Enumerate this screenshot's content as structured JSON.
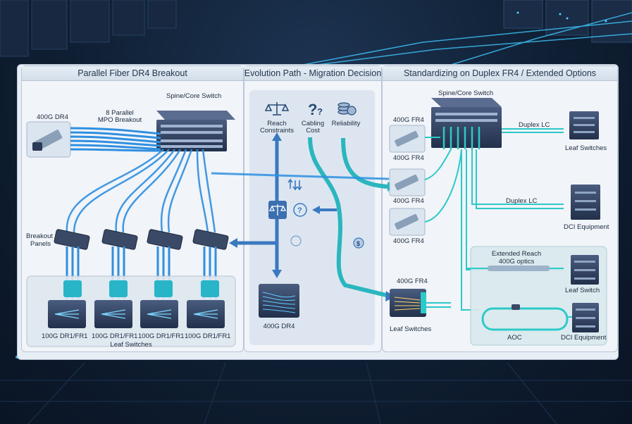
{
  "panels": {
    "left_title": "Parallel Fiber DR4 Breakout",
    "middle_title": "Evolution Path - Migration Decision",
    "right_title": "Standardizing on Duplex FR4 / Extended Options"
  },
  "left": {
    "spine_label": "Spine/Core Switch",
    "transceiver_label": "400G DR4",
    "mpo_label_1": "8 Parallel",
    "mpo_label_2": "MPO Breakout",
    "breakout_label_1": "Breakout",
    "breakout_label_2": "Panels",
    "leaf_labels": [
      "100G DR1/FR1",
      "100G DR1/FR1",
      "100G DR1/FR1",
      "100G DR1/FR1"
    ],
    "leaf_group_label": "Leaf Switches"
  },
  "middle": {
    "factors": [
      {
        "line1": "Reach",
        "line2": "Constraints",
        "icon": "scales-icon"
      },
      {
        "line1": "Cabling",
        "line2": "Cost",
        "icon": "question-icon"
      },
      {
        "line1": "Reliability",
        "line2": "",
        "icon": "coins-icon"
      }
    ],
    "module_label": "400G DR4"
  },
  "right": {
    "spine_label": "Spine/Core Switch",
    "fr4_labels": [
      "400G FR4",
      "400G FR4",
      "400G FR4",
      "400G FR4"
    ],
    "lower_fr4_label": "400G FR4",
    "lower_leaf_label": "Leaf Switches",
    "duplex_lc_1": "Duplex LC",
    "duplex_lc_2": "Duplex LC",
    "leaf_switches_label": "Leaf Switches",
    "dci_label_1": "DCI Equipment",
    "extended_1": "Extended Reach",
    "extended_2": "400G optics",
    "leaf_switch_label": "Leaf Switch",
    "aoc_label": "AOC",
    "dci_label_2": "DCI Equipment"
  },
  "colors": {
    "fiber_blue": "#2f8fe0",
    "fiber_teal": "#2cc9c9",
    "panel_bg": "#f1f4f8",
    "switch_dark": "#2c3c5c",
    "accent_glow": "#38d6ff"
  }
}
